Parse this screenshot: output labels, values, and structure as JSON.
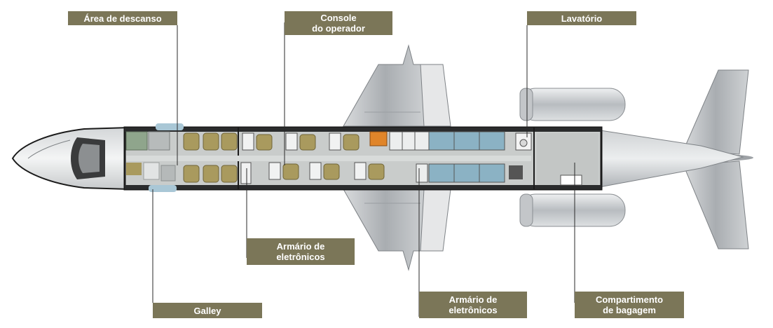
{
  "labels": {
    "rest_area": "Área de descanso",
    "operator_console": [
      "Console",
      "do operador"
    ],
    "lavatory": "Lavatório",
    "electronics_cabinet_1": [
      "Armário de",
      "eletrônicos"
    ],
    "galley": "Galley",
    "electronics_cabinet_2": [
      "Armário de",
      "eletrônicos"
    ],
    "baggage_compartment": [
      "Compartimento",
      "de bagagem"
    ]
  },
  "colors": {
    "label_background": "#7b7658",
    "label_text": "#ffffff",
    "fuselage_outline": "#1a1a1a",
    "cabin_floor": "#c9cccb",
    "seat": "#a99a5e",
    "console_bay": "#8bb2c4",
    "electronics_rack": "#e0852a",
    "wing": "#b9bcbf"
  },
  "icons": [
    "aircraft-planform-icon",
    "cockpit-icon",
    "engine-nacelle-icon",
    "seat-icon",
    "console-station-icon"
  ]
}
